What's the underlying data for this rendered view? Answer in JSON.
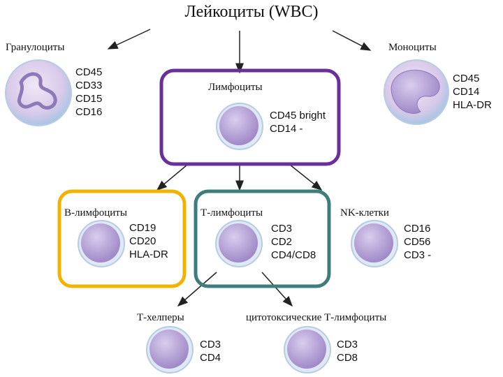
{
  "title": "Лейкоциты (WBC)",
  "colors": {
    "lymphocyte_box": "#6b2f9a",
    "b_box": "#f0b400",
    "t_box": "#3f7d7d",
    "cell_fill": "#e7dcf0",
    "nucleus_fill": "#b9a2d8"
  },
  "cells": {
    "granulocytes": {
      "label": "Гранулоциты",
      "markers": [
        "CD45",
        "CD33",
        "CD15",
        "CD16"
      ]
    },
    "monocytes": {
      "label": "Моноциты",
      "markers": [
        "CD45",
        "CD14",
        "HLA-DR"
      ]
    },
    "lymphocytes": {
      "label": "Лимфоциты",
      "markers": [
        "CD45 bright",
        "CD14 -"
      ]
    },
    "b_lymphocytes": {
      "label": "B-лимфоциты",
      "markers": [
        "CD19",
        "CD20",
        "HLA-DR"
      ]
    },
    "t_lymphocytes": {
      "label": "Т-лимфоциты",
      "markers": [
        "CD3",
        "CD2",
        "CD4/CD8"
      ]
    },
    "nk_cells": {
      "label": "NK-клетки",
      "markers": [
        "CD16",
        "CD56",
        "CD3 -"
      ]
    },
    "t_helpers": {
      "label": "Т-хелперы",
      "markers": [
        "CD3",
        "CD4"
      ]
    },
    "cytotoxic_t": {
      "label": "цитотоксические Т-лимфоциты",
      "markers": [
        "CD3",
        "CD8"
      ]
    }
  }
}
